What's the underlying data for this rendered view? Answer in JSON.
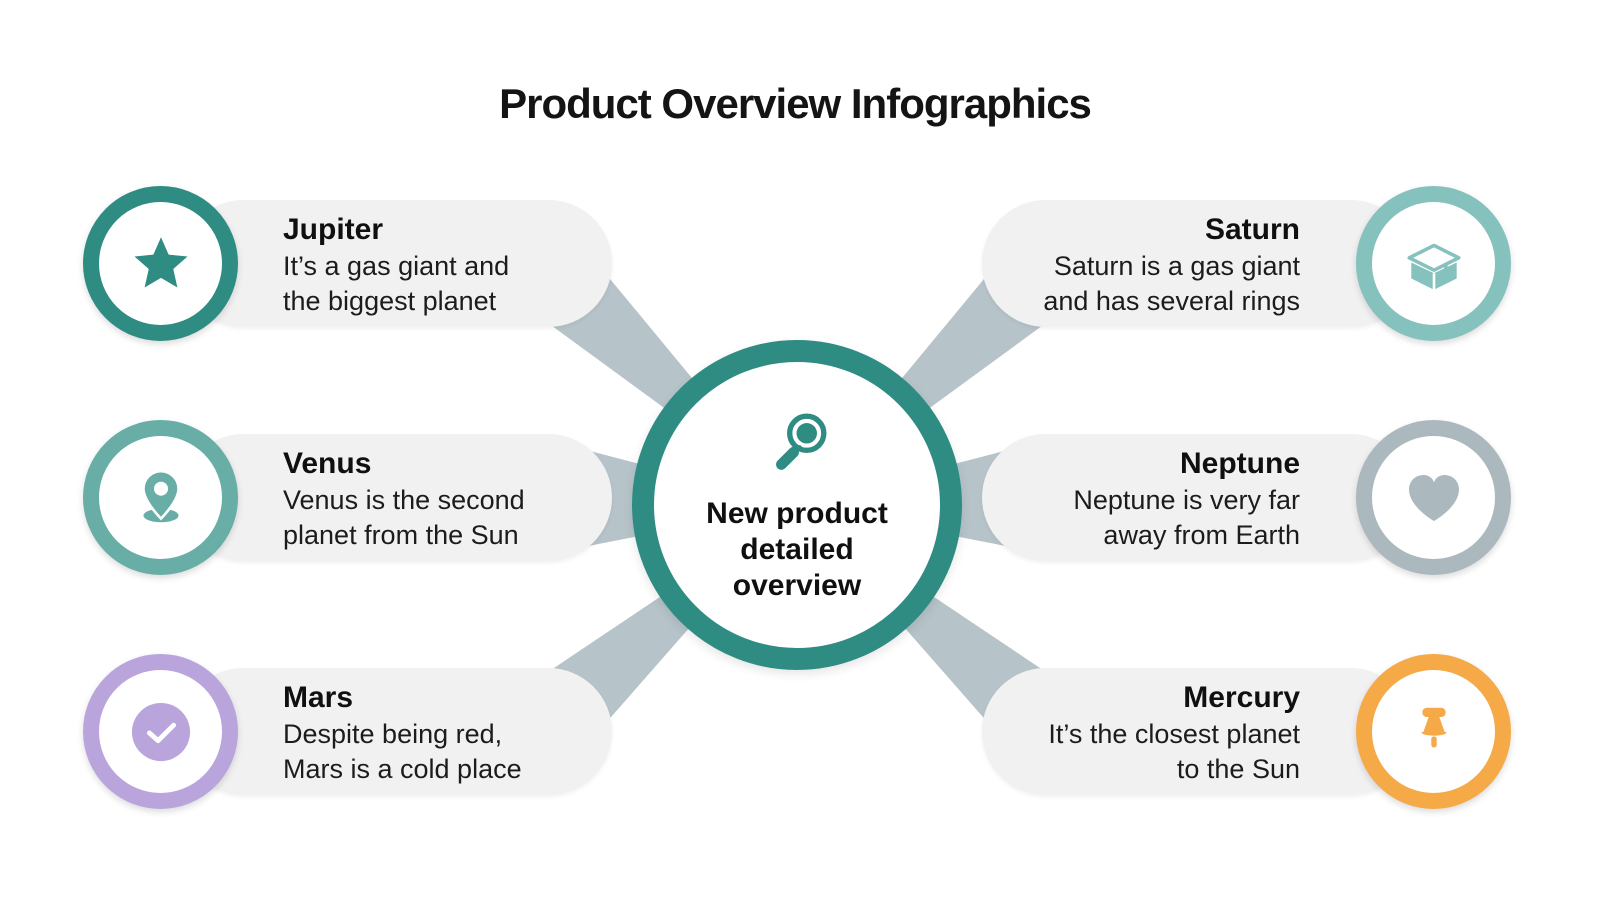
{
  "title": "Product Overview Infographics",
  "center": {
    "icon": "magnifier-icon",
    "label_lines": [
      "New product",
      "detailed",
      "overview"
    ],
    "accent_color": "#2F8C83"
  },
  "cards": [
    {
      "id": "jupiter",
      "side": "left",
      "title": "Jupiter",
      "lines": [
        "It’s a gas giant and",
        "the biggest planet"
      ],
      "icon": "star-icon",
      "ring_color": "#2F8C83"
    },
    {
      "id": "venus",
      "side": "left",
      "title": "Venus",
      "lines": [
        "Venus is the second",
        "planet from the Sun"
      ],
      "icon": "location-pin-icon",
      "ring_color": "#68AEA6"
    },
    {
      "id": "mars",
      "side": "left",
      "title": "Mars",
      "lines": [
        "Despite being red,",
        "Mars is a cold place"
      ],
      "icon": "check-icon",
      "ring_color": "#B9A5DC"
    },
    {
      "id": "saturn",
      "side": "right",
      "title": "Saturn",
      "lines": [
        "Saturn is a gas giant",
        "and has several rings"
      ],
      "icon": "package-icon",
      "ring_color": "#86C2BD"
    },
    {
      "id": "neptune",
      "side": "right",
      "title": "Neptune",
      "lines": [
        "Neptune is very far",
        "away from Earth"
      ],
      "icon": "heart-icon",
      "ring_color": "#ABB9BF"
    },
    {
      "id": "mercury",
      "side": "right",
      "title": "Mercury",
      "lines": [
        "It’s the closest planet",
        "to the Sun"
      ],
      "icon": "pushpin-icon",
      "ring_color": "#F5A947"
    }
  ],
  "colors": {
    "wedge": "#B6C4CA",
    "pill_background": "#F1F1F2",
    "text": "#1C1C1C",
    "background": "#FFFFFF"
  }
}
